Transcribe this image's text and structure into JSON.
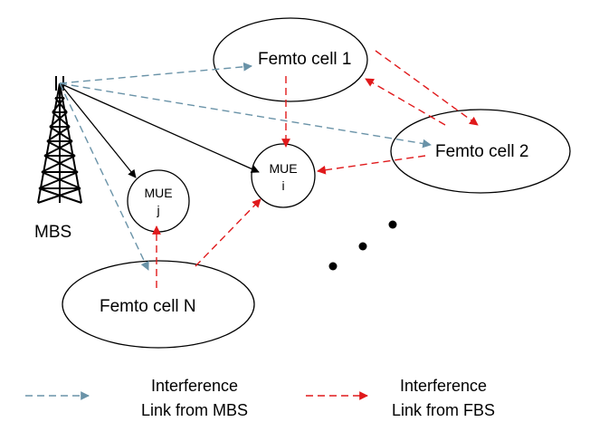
{
  "nodes": {
    "mbs": "MBS",
    "femto_1": "Femto cell 1",
    "femto_2": "Femto cell 2",
    "femto_n": "Femto cell N",
    "mue_i": {
      "line1": "MUE",
      "line2": "i"
    },
    "mue_j": {
      "line1": "MUE",
      "line2": "j"
    }
  },
  "legend": {
    "mbs": {
      "line1": "Interference",
      "line2": "Link from MBS"
    },
    "fbs": {
      "line1": "Interference",
      "line2": "Link from FBS"
    }
  },
  "colors": {
    "mbs_link": "#6a93a8",
    "fbs_link": "#e0191b",
    "signal": "#000000",
    "tower": "#000000"
  }
}
